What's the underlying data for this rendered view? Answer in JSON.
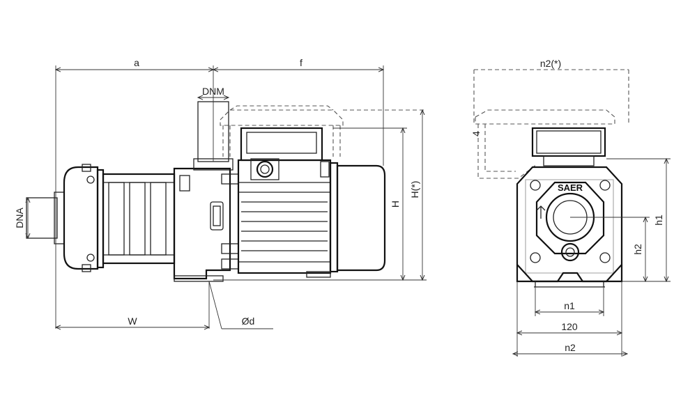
{
  "labels": {
    "a": "a",
    "f": "f",
    "dnm": "DNM",
    "dna": "DNA",
    "h": "H",
    "h_star": "H(*)",
    "w": "W",
    "od": "Ød",
    "n2_star": "n2(*)",
    "h1": "h1",
    "h2": "h2",
    "n1": "n1",
    "dim_120": "120",
    "n2": "n2",
    "brand": "SAER"
  }
}
